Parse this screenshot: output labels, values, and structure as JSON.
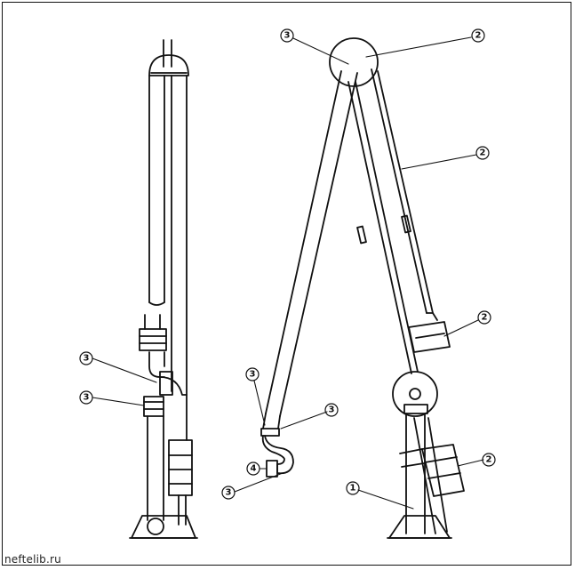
{
  "callouts": {
    "left": [
      {
        "id": "L1",
        "label": "3"
      },
      {
        "id": "L2",
        "label": "3"
      }
    ],
    "right": [
      {
        "id": "R1",
        "label": "3"
      },
      {
        "id": "R2",
        "label": "2"
      },
      {
        "id": "R3",
        "label": "2"
      },
      {
        "id": "R4",
        "label": "2"
      },
      {
        "id": "R5",
        "label": "3"
      },
      {
        "id": "R6",
        "label": "3"
      },
      {
        "id": "R7",
        "label": "4"
      },
      {
        "id": "R8",
        "label": "3"
      },
      {
        "id": "R9",
        "label": "1"
      },
      {
        "id": "R10",
        "label": "2"
      }
    ]
  },
  "watermark": "neftelib.ru",
  "colors": {
    "ink": "#111111",
    "background": "#ffffff"
  }
}
